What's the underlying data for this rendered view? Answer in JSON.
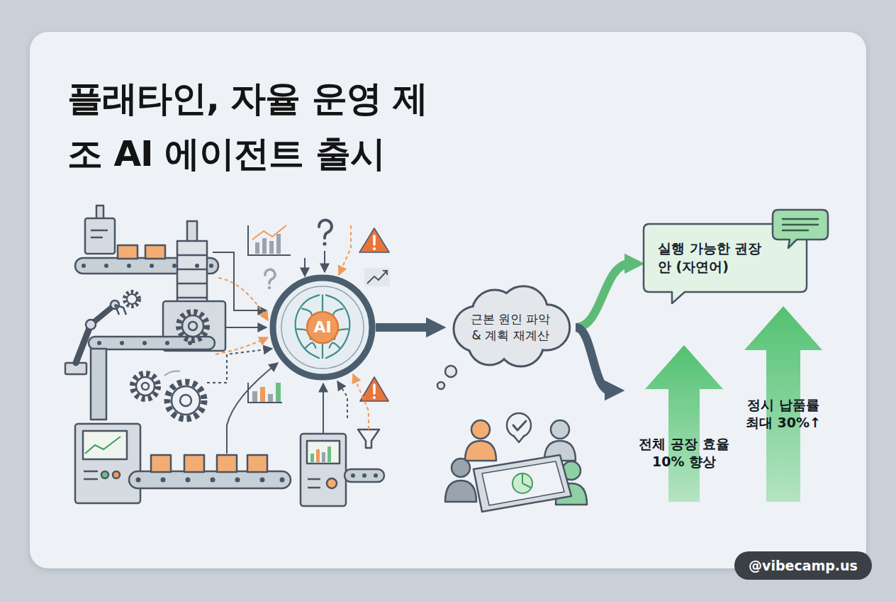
{
  "diagram": {
    "title": "플래타인, 자율 운영 제조 AI 에이전트 출시",
    "nodes": [
      {
        "text": [
          "AI"
        ]
      },
      {
        "text": [
          "근본 원인 파악 & 계획 재계산"
        ]
      },
      {
        "text": [
          "실행 가능한 권장안 (자연어)"
        ]
      },
      {
        "text": [
          "전체 공장 효율 10% 향상"
        ]
      },
      {
        "text": [
          "정시 납품률 최대 30%↑"
        ]
      }
    ],
    "edges": [
      {
        "from": 0,
        "to": 1,
        "arrow": "to"
      },
      {
        "from": 1,
        "to": 2,
        "arrow": "to"
      },
      {
        "from": 1,
        "to": 3,
        "arrow": "to"
      }
    ],
    "labels": [
      "@vibecamp.us"
    ]
  }
}
